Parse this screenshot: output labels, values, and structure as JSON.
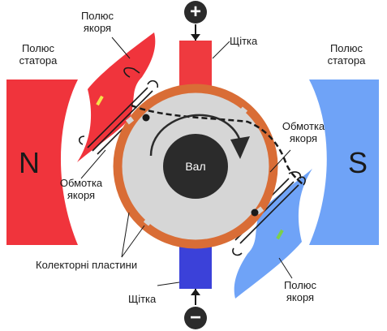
{
  "labels": {
    "armature_pole_top": "Полюс якоря",
    "stator_pole_left": "Полюс статора",
    "brush_top": "Щітка",
    "stator_pole_right": "Полюс статора",
    "armature_winding_right": "Обмотка якоря",
    "armature_winding_left": "Обмотка якоря",
    "pole_n": "N",
    "pole_s": "S",
    "shaft": "Вал",
    "commutator_plates": "Колекторні пластини",
    "brush_bottom": "Щітка",
    "armature_pole_bottom": "Полюс якоря",
    "terminal_plus": "+",
    "terminal_minus": "−"
  },
  "colors": {
    "stator_north": "#f0343c",
    "stator_south": "#6fa3f7",
    "brush_top": "#ef3a3f",
    "brush_bottom": "#3b41d9",
    "commutator": "#d96d36",
    "rotor": "#d6d6d6",
    "shaft": "#2b2b2b"
  }
}
